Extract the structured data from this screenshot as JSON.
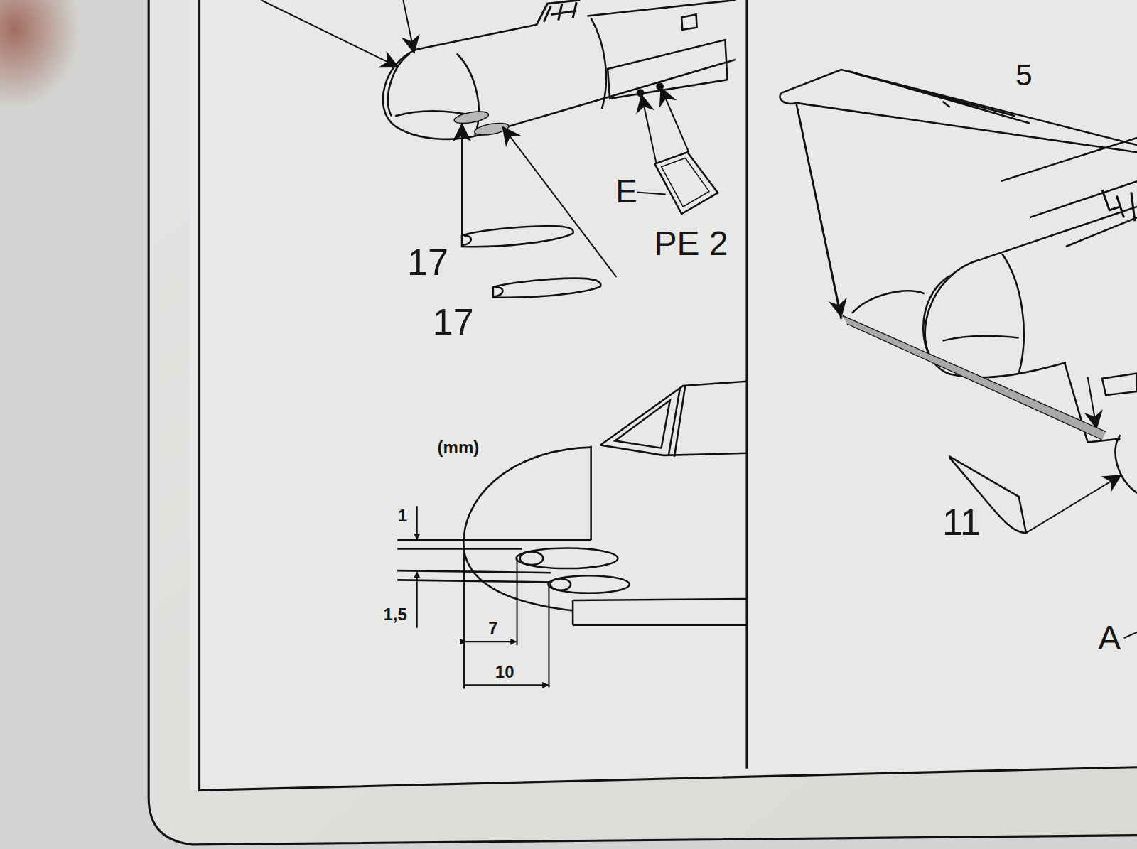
{
  "diagram": {
    "labels": [
      "17",
      "17",
      "E",
      "PE 2",
      "(mm)",
      "1",
      "1,5",
      "7",
      "10",
      "5",
      "11",
      "A"
    ]
  }
}
